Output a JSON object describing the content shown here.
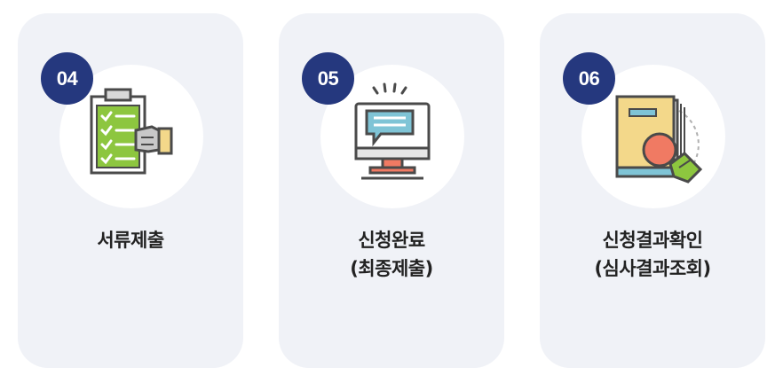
{
  "steps": [
    {
      "number": "04",
      "title_line1": "서류제출",
      "title_line2": "",
      "icon": "clipboard-checklist-icon"
    },
    {
      "number": "05",
      "title_line1": "신청완료",
      "title_line2": "(최종제출)",
      "icon": "monitor-message-icon"
    },
    {
      "number": "06",
      "title_line1": "신청결과확인",
      "title_line2": "(심사결과조회)",
      "icon": "book-stamp-icon"
    }
  ],
  "colors": {
    "card_bg": "#f0f2f7",
    "badge_bg": "#25387e",
    "icon_green": "#8dc63f",
    "icon_teal": "#7fc4d6",
    "icon_coral": "#f07a63",
    "icon_yellow": "#f3d88a"
  }
}
